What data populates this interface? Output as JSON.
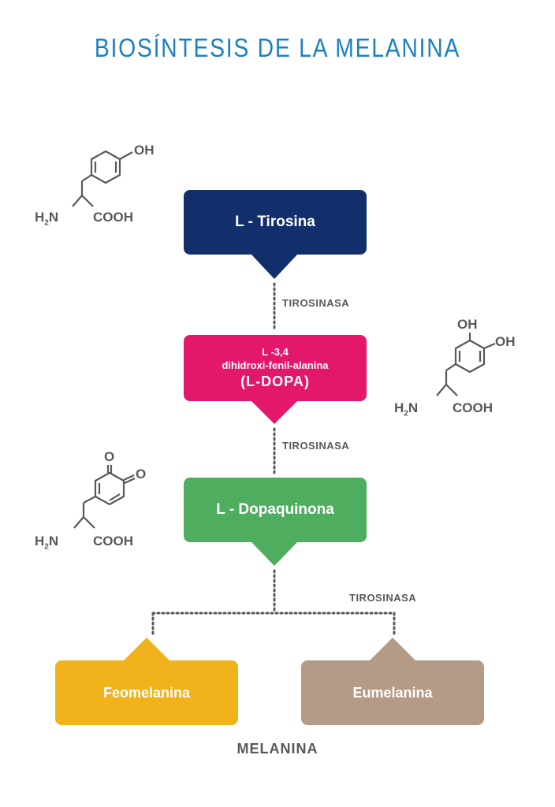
{
  "title": "BIOSÍNTESIS DE LA MELANINA",
  "nodes": {
    "tirosina": "L - Tirosina",
    "ldopa": {
      "line1": "L -3,4",
      "line2": "dihidroxi-fenil-alanina",
      "line3": "(L-DOPA)"
    },
    "dopaquinona": "L - Dopaquinona",
    "feomelanina": "Feomelanina",
    "eumelanina": "Eumelanina"
  },
  "enzymes": [
    "TIROSINASA",
    "TIROSINASA",
    "TIROSINASA"
  ],
  "product": "MELANINA",
  "structures": {
    "tyrosine": {
      "oh": "OH",
      "amine": "H",
      "amine_sub": "2",
      "amine_n": "N",
      "acid": "COOH"
    },
    "ldopa": {
      "oh1": "OH",
      "oh2": "OH",
      "amine": "H",
      "amine_sub": "2",
      "amine_n": "N",
      "acid": "COOH"
    },
    "dopaquinone": {
      "o1": "O",
      "o2": "O",
      "amine": "H",
      "amine_sub": "2",
      "amine_n": "N",
      "acid": "COOH"
    }
  },
  "colors": {
    "title": "#1b7fc4",
    "tirosina": "#122f6b",
    "ldopa": "#e3176c",
    "dopaquinona": "#4fad5f",
    "feomelanina": "#f1b31c",
    "eumelanina": "#b59b85",
    "text_gray": "#58585a"
  }
}
